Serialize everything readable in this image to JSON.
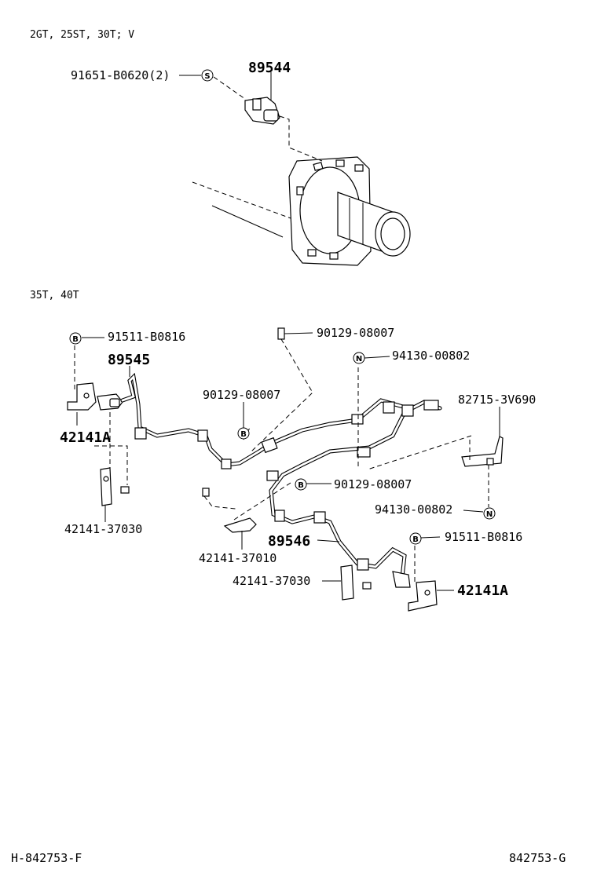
{
  "sections": {
    "top": "2GT, 25ST, 30T; V",
    "bottom": "35T, 40T"
  },
  "symbols": {
    "s": "S",
    "b": "B",
    "n": "N"
  },
  "callouts": {
    "c1": "91651-B0620(2)",
    "c2": "89544",
    "c3": "91511-B0816",
    "c4": "89545",
    "c5": "42141A",
    "c6": "90129-08007",
    "c7": "94130-00802",
    "c8": "90129-08007",
    "c9": "82715-3V690",
    "c10": "90129-08007",
    "c11": "94130-00802",
    "c12": "42141-37030",
    "c13": "42141-37010",
    "c14": "89546",
    "c15": "91511-B0816",
    "c16": "42141-37030",
    "c17": "42141A"
  },
  "footer": {
    "left": "H-842753-F",
    "right": "842753-G"
  }
}
